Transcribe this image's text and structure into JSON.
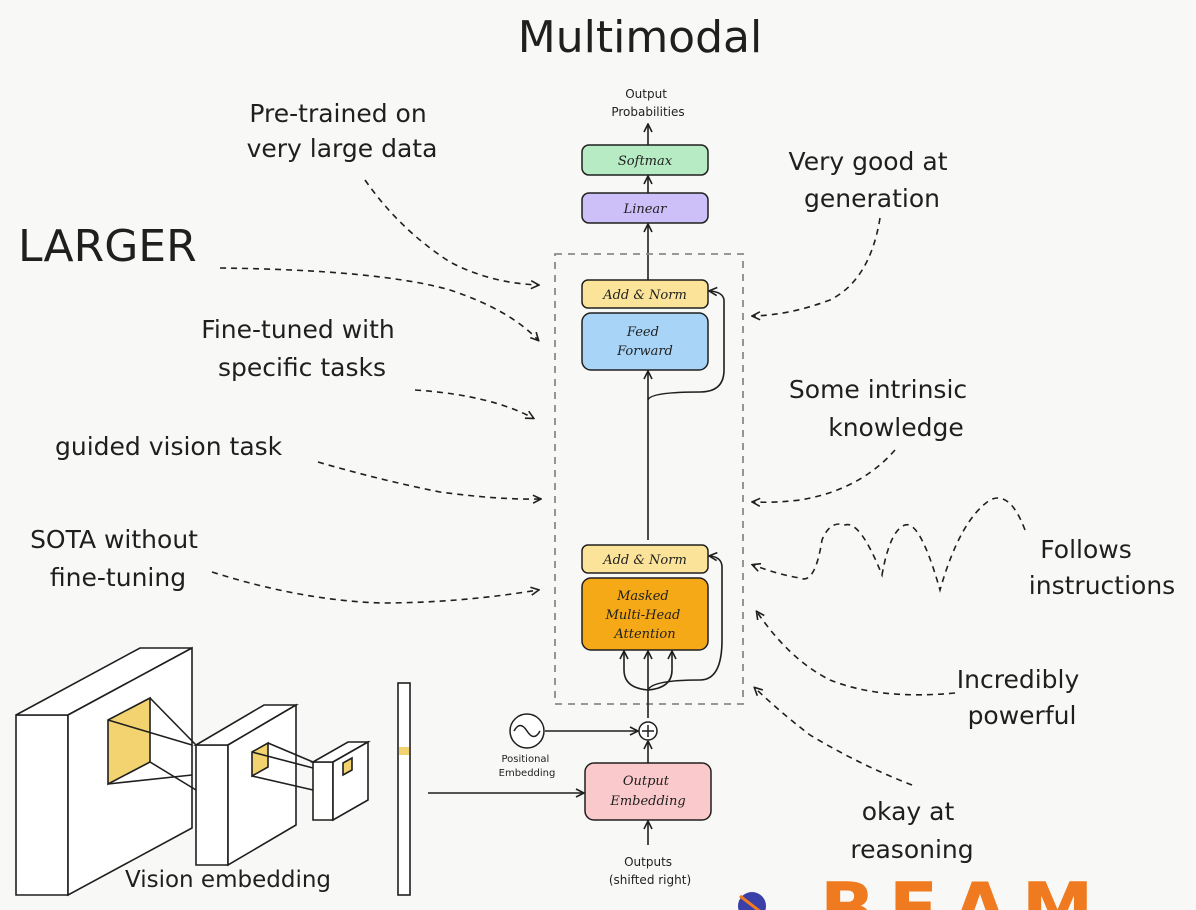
{
  "title": "Multimodal",
  "output_probabilities": [
    "Output",
    "Probabilities"
  ],
  "blocks": {
    "softmax": "Softmax",
    "linear": "Linear",
    "add_norm_top": "Add & Norm",
    "feed_forward": [
      "Feed",
      "Forward"
    ],
    "add_norm_bottom": "Add & Norm",
    "masked_attention": [
      "Masked",
      "Multi-Head",
      "Attention"
    ],
    "output_embedding": [
      "Output",
      "Embedding"
    ]
  },
  "positional_embedding": [
    "Positional",
    "Embedding"
  ],
  "outputs": [
    "Outputs",
    "(shifted right)"
  ],
  "vision_embedding": "Vision embedding",
  "annotations": {
    "larger": "LARGER",
    "pretrained": [
      "Pre-trained on",
      "very large data"
    ],
    "finetuned": [
      "Fine-tuned with",
      "specific tasks"
    ],
    "guided_vision": "guided vision task",
    "sota": [
      "SOTA without",
      "fine-tuning"
    ],
    "very_good": [
      "Very good at",
      "generation"
    ],
    "intrinsic": [
      "Some intrinsic",
      "knowledge"
    ],
    "follows": [
      "Follows",
      "instructions"
    ],
    "powerful": [
      "Incredibly",
      "powerful"
    ],
    "reasoning": [
      "okay at",
      "reasoning"
    ]
  },
  "logo_text": "BEAM",
  "colors": {
    "softmax": "#b7ebc4",
    "linear": "#cdbff7",
    "add_norm": "#fbe499",
    "feed_forward": "#a8d4f7",
    "attention": "#f5a916",
    "embedding": "#f9c9cb",
    "vision_highlight": "#f3d36f",
    "logo": "#f07a1f"
  }
}
